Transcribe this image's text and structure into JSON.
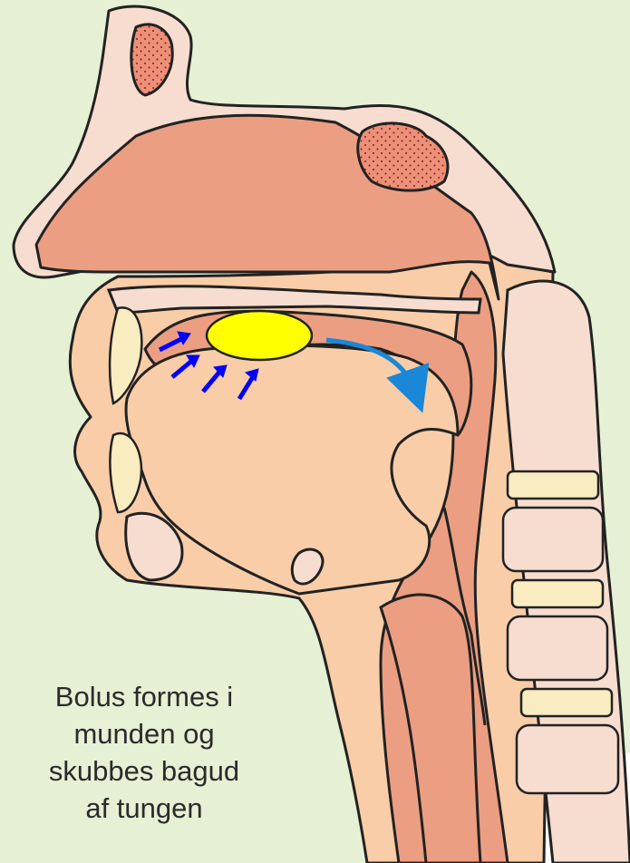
{
  "caption": {
    "lines": [
      "Bolus formes i",
      "munden og",
      "skubbes bagud",
      "af tungen"
    ]
  },
  "colors": {
    "background": "#e6f0d4",
    "skin": "#f8cda8",
    "muscle": "#ec9e82",
    "bone": "#f6ddd0",
    "sinus": "#ee8f78",
    "vertebra_disc": "#f9ecc0",
    "bolus": "#ffff00",
    "push_arrows": "#0000ff",
    "flow_arrow": "#1a87d8",
    "outline": "#222222"
  },
  "icons": {
    "bolus": "yellow-oval",
    "tongue_push": "blue-arrows",
    "bolus_path": "curved-blue-arrow"
  }
}
